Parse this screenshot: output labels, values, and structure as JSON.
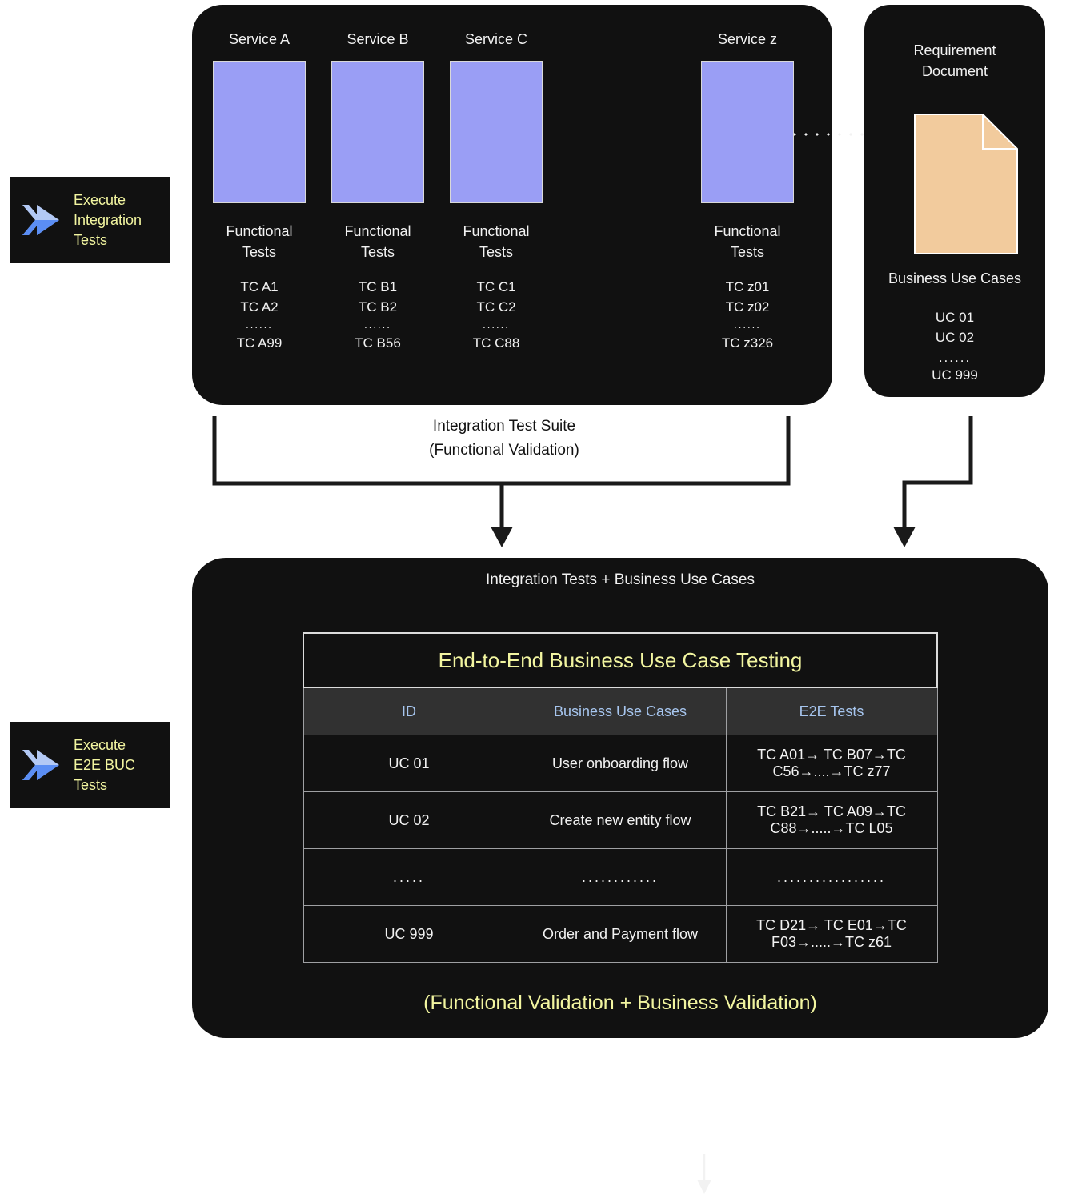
{
  "badges": [
    {
      "name": "execute-integration-tests",
      "label": "Execute\nIntegration\nTests",
      "icon": "double-chevron-right-icon"
    },
    {
      "name": "execute-e2e-buc-tests",
      "label": "Execute\nE2E BUC\nTests",
      "icon": "double-chevron-right-icon"
    }
  ],
  "services_panel": {
    "columns": [
      {
        "title": "Service A",
        "tests_label": "Functional\nTests",
        "cases_top": "TC A1\nTC A2",
        "cases_dots": "......",
        "cases_last": "TC A99"
      },
      {
        "title": "Service B",
        "tests_label": "Functional\nTests",
        "cases_top": "TC B1\nTC B2",
        "cases_dots": "......",
        "cases_last": "TC B56"
      },
      {
        "title": "Service C",
        "tests_label": "Functional\nTests",
        "cases_top": "TC C1\nTC C2",
        "cases_dots": "......",
        "cases_last": "TC C88"
      },
      {
        "title": "Service z",
        "tests_label": "Functional\nTests",
        "cases_top": "TC z01\nTC z02",
        "cases_dots": "......",
        "cases_last": "TC z326"
      }
    ]
  },
  "requirement_panel": {
    "title": "Requirement\nDocument",
    "doc_icon": "document-page-icon",
    "use_cases_title": "Business Use Cases",
    "use_cases_top": "UC 01\nUC 02",
    "use_cases_dots": "......",
    "use_cases_last": "UC 999"
  },
  "connector_label": "Integration Test Suite\n(Functional Validation)",
  "bottom_panel": {
    "inflow_label": "Integration Tests + Business Use Cases",
    "table_title": "End-to-End Business Use Case Testing",
    "columns": [
      "ID",
      "Business Use Cases",
      "E2E Tests"
    ],
    "rows": [
      {
        "id": "UC 01",
        "use_case": "User onboarding flow",
        "e2e": "TC A01→ TC B07→TC C56→....→TC z77"
      },
      {
        "id": "UC 02",
        "use_case": "Create new entity flow",
        "e2e": "TC B21→ TC A09→TC C88→.....→TC L05"
      },
      {
        "id": ".....",
        "use_case": "............",
        "e2e": "................."
      },
      {
        "id": "UC 999",
        "use_case": "Order and Payment flow",
        "e2e": "TC D21→ TC E01→TC F03→.....→TC z61"
      }
    ],
    "caption": "(Functional Validation + Business Validation)"
  },
  "colors": {
    "panel_bg": "#111111",
    "service_box": "#9a9ef5",
    "doc_fill": "#f2cb9d",
    "accent_yellow": "#f2f5a0",
    "header_text_blue": "#a7c6ef",
    "chevron_light": "#b3c9f5",
    "chevron_dark": "#5b8ef4",
    "page_bg": "#ffffff"
  }
}
